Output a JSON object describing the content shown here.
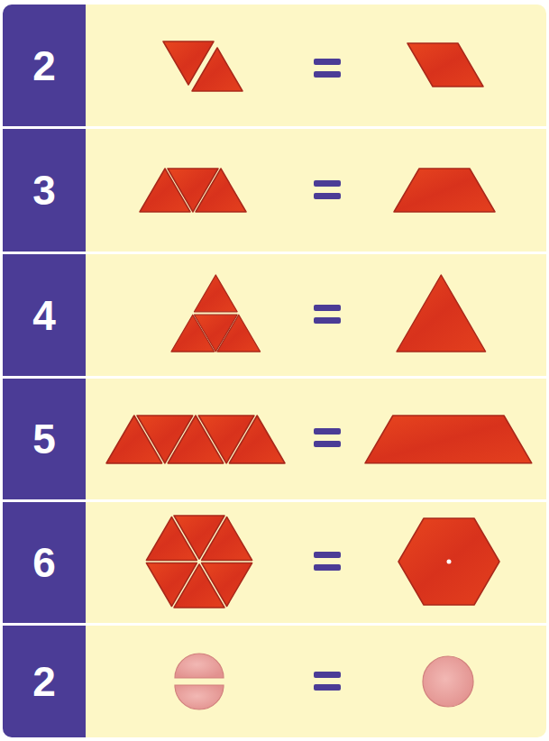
{
  "diagram": {
    "nodes": [
      {
        "text": [
          "2"
        ]
      },
      {
        "text": [
          "3"
        ]
      },
      {
        "text": [
          "4"
        ]
      },
      {
        "text": [
          "5"
        ]
      },
      {
        "text": [
          "6"
        ]
      },
      {
        "text": [
          "2"
        ]
      }
    ]
  }
}
